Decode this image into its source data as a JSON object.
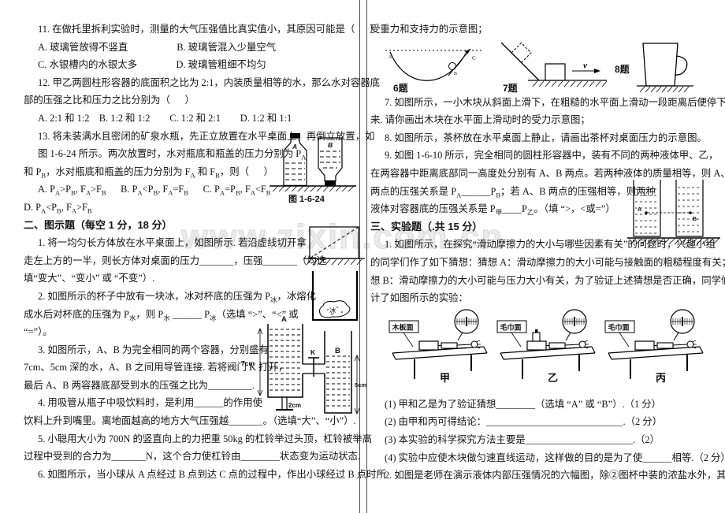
{
  "page": {
    "watermark": "www.zixin.com.cn"
  },
  "left": {
    "q11": {
      "l1": "11. 在做托里拆利实验时，测量的大气压强值比真实值小，其原因可能是（      ）",
      "ab": "A. 玻璃管放得不竖直　　　　　B. 玻璃管混入少量空气",
      "cd": "C. 水银槽内的水银太多　　　　D. 玻璃管粗细不均匀"
    },
    "q12": {
      "l1": "12. 甲乙两圆柱形容器的底面积之比为 2:1，内装质量相等的水，那么水对容器底",
      "l2": "部的压强之比和压力之比分别为（      ）",
      "opts": "A. 2:1 和 1:2　B. 1:2 和 1:2　　C. 1:2 和 2:1　　D. 1:2 和 1:1"
    },
    "q13": {
      "l1": "13. 将未装满水且密闭的矿泉水瓶，先正立放置在水平桌面上，再倒立放置，如",
      "l2": [
        "图 1-6-24 所示。两次放置时，水对瓶底和瓶盖的压力分别为 P",
        "A"
      ],
      "l3": [
        "和 P",
        "B",
        "，水对瓶底和瓶盖的压力分别为 F",
        "A",
        " 和 F",
        "B",
        "，则（      ）"
      ],
      "opts": [
        "A. P",
        "A",
        ">P",
        "B",
        ", F",
        "A",
        ">F",
        "B",
        "　  B. P",
        "A",
        "<P",
        "B",
        ", F",
        "A",
        "=F",
        "B",
        "　  C. P",
        "A",
        "=P",
        "B",
        ", F",
        "A",
        "<F",
        "B"
      ],
      "optd": [
        "D. P",
        "A",
        "<P",
        "B",
        ", F",
        "A",
        ">F",
        "B"
      ]
    },
    "sec2": "二、图示题（每空 1 分，18 分）",
    "q1": {
      "l1": "1. 将一均匀长方体放在水平桌面上，如图所示. 若沿虚线切开拿",
      "l2": "走左上方的一半，则长方体对桌面的压力_______，压强_______（均选",
      "l3": "填“变大”、“变小” 或 “不变”）."
    },
    "q2": {
      "l1": [
        "2. 如图所示的杯子中放有一块冰，冰对杯底的压强为 P",
        "冰",
        "，冰熔化"
      ],
      "l2": [
        "成水后对杯底的压强为 P",
        "水",
        "，则 P",
        "水",
        " ______ P",
        "冰",
        "（选填 “>”、“<” 或"
      ],
      "l3": "“=”）。"
    },
    "q3": {
      "l1": "3. 如图所示，A、B 为完全相同的两个容器，分别盛有",
      "l2": "7cm、5cm 深的水，A、B 之间用导管连接. 若将阀门 K 打开，",
      "l3": "最后 A、B 两容器底部受到水的压强之比为_________."
    },
    "q4": {
      "l1": "4. 用吸管从瓶子中吸饮料时，是利用______的作用使",
      "l2": "饮料上升到嘴里。离地面越高的地方大气压强越_______。（选填“大”、“小”）."
    },
    "q5": {
      "l1": "5. 小聪用大小为 700N 的竖直向上的力把重 50kg 的杠铃举过头顶，杠铃被举高",
      "l2": "过程中受到的合力为_______N，这个合力使杠铃由________状态变为运动状态."
    },
    "q6": {
      "l1": "6. 如图所示，当小球从 A 点经过 B 点到达 C 点的过程中，作出小球经过 B 点时所"
    }
  },
  "right": {
    "r0": "受重力和支持力的示意图；",
    "q7": {
      "l1": "7. 如图所示，一小木块从斜面上滑下，在粗糙的水平面上滑动一段距离后便停下",
      "l2": "来. 请你画出木块在水平面上滑动时的受力示意图；"
    },
    "q8": {
      "l1": "8. 如图所示，茶杯放在水平桌面上静止，请画出茶杯对桌面压力的示意图。"
    },
    "q9": {
      "l1": "9. 如图 1-6-10 所示，完全相同的圆柱形容器中，装有不同的两种液体甲、乙，",
      "l2": "在两容器中距离底部同一高度处分别有 A、B 两点。若两种液体的质量相等，则 A、B",
      "l3": [
        "两点的压强关系是 P",
        "A",
        "______P",
        "B",
        "；若 A、B 两点的压强相等，则两种"
      ],
      "l4": [
        "液体对容器底的压强关系是 P",
        "甲",
        "____P",
        "乙",
        "。（填 “>，<或=”）"
      ]
    },
    "sec3": "三、实验题（.共 15 分）",
    "e1": {
      "l1": "1. 如图所示，在探究“滑动摩擦力的大小与哪些因素有关”的问题时，兴趣小组",
      "l2": "的同学们作了如下猜想：猜想 A：滑动摩擦力的大小可能与接触面的粗糙程度有关；猜",
      "l3": "想 B：滑动摩擦力的大小可能与压力大小有关，为了验证上述猜想是否正确，同学们设",
      "l4": "计了如图所示的实验：",
      "s1": "(1) 甲和乙是为了验证猜想________（选填 “A” 或 “B”）.（1 分）",
      "s2": "(2) 由甲和丙可得结论：____________________________.（2 分）",
      "s3": "(3) 本实验的科学探究方法主要是______________________.（2）",
      "s4": "(4) 实验中应使木块做匀速直线运动，这样做的目的是为了使______相等.（2 分）"
    },
    "q2b": {
      "l1": "2. 如图是老师在演示液体内部压强情况的六幅图，除②图杯中装的浓盐水外，其"
    }
  },
  "figures": {
    "f1624": {
      "a": "A",
      "b": "B",
      "caption": "图 1-6-24"
    },
    "q2fig": {
      "ice": "冰"
    },
    "q3fig": {
      "a": "A",
      "b": "B",
      "k": "K",
      "d7": "7cm",
      "d5": "5cm",
      "d2": "2cm"
    },
    "t6": {
      "label": "6题",
      "a": "A",
      "b": "B",
      "c": "C"
    },
    "t7": {
      "label": "7题",
      "v": "v"
    },
    "t8": {
      "label": "8题"
    },
    "q9fig": {
      "a": "A",
      "b": "B"
    },
    "exp": {
      "jia": "甲",
      "yi": "乙",
      "bing": "丙",
      "board": "木板面",
      "towel": "毛巾面"
    }
  }
}
